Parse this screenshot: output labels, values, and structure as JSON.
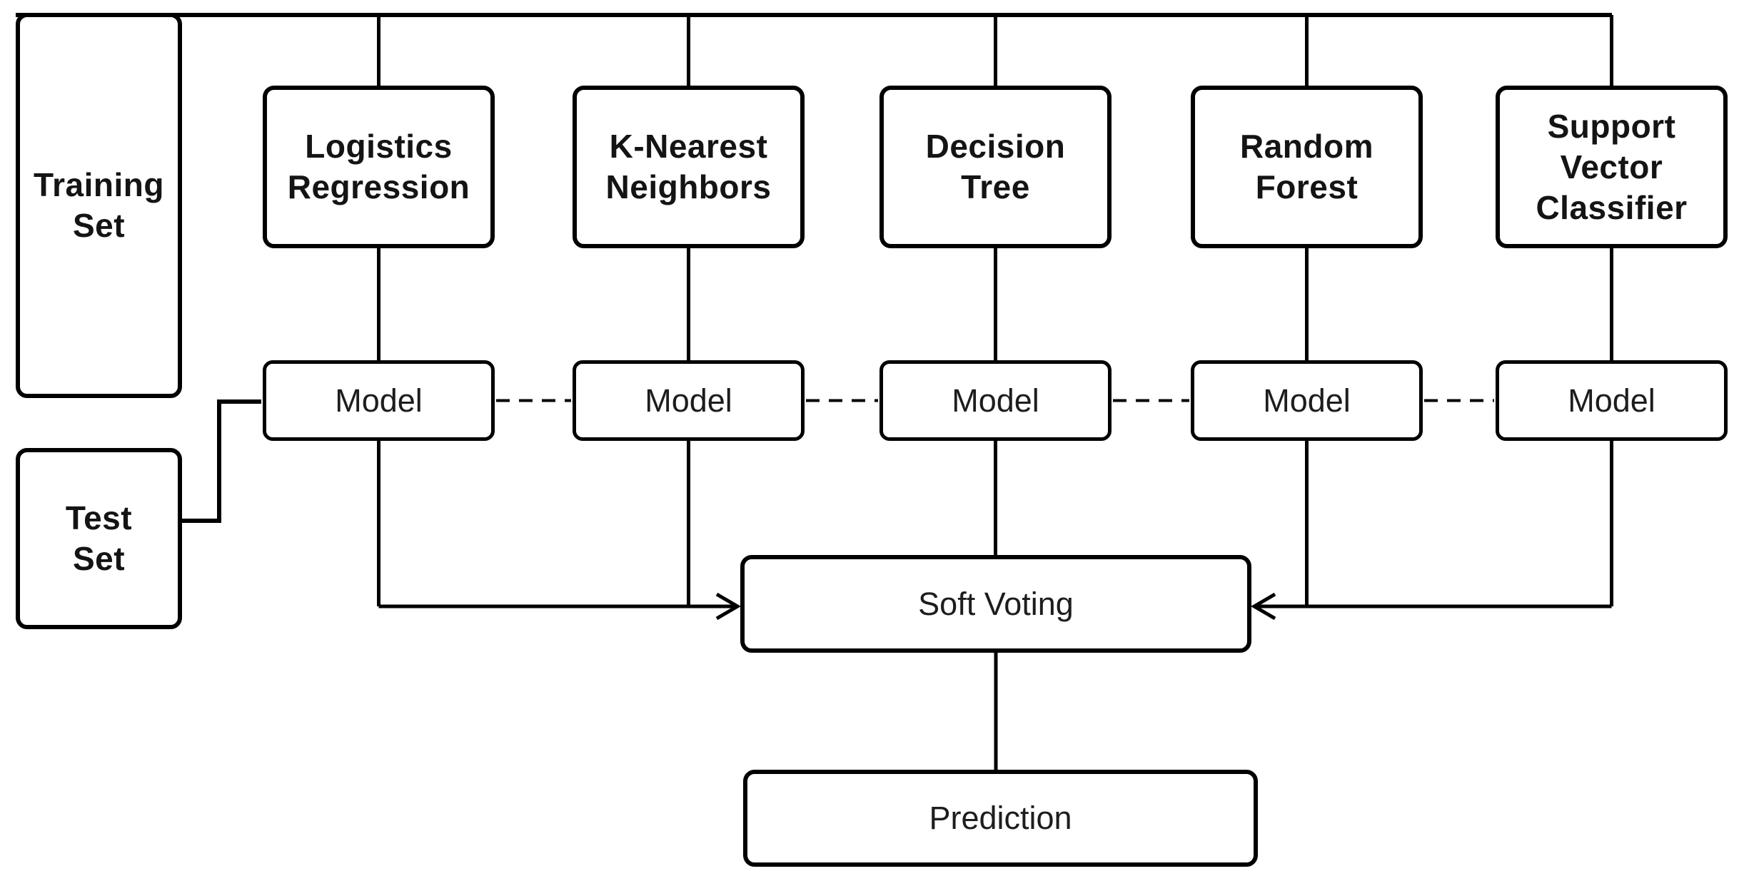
{
  "diagram": {
    "background_color": "#ffffff",
    "line_color": "#000000",
    "text_color": "#141414",
    "training_set": {
      "lines": [
        "Training",
        "Set"
      ]
    },
    "test_set": {
      "lines": [
        "Test",
        "Set"
      ]
    },
    "classifiers": [
      {
        "lines": [
          "Logistics",
          "Regression"
        ]
      },
      {
        "lines": [
          "K-Nearest",
          "Neighbors"
        ]
      },
      {
        "lines": [
          "Decision",
          "Tree"
        ]
      },
      {
        "lines": [
          "Random",
          "Forest"
        ]
      },
      {
        "lines": [
          "Support Vector",
          "Classifier"
        ]
      }
    ],
    "models": [
      {
        "label": "Model"
      },
      {
        "label": "Model"
      },
      {
        "label": "Model"
      },
      {
        "label": "Model"
      },
      {
        "label": "Model"
      }
    ],
    "soft_voting": {
      "label": "Soft Voting"
    },
    "prediction": {
      "label": "Prediction"
    }
  }
}
